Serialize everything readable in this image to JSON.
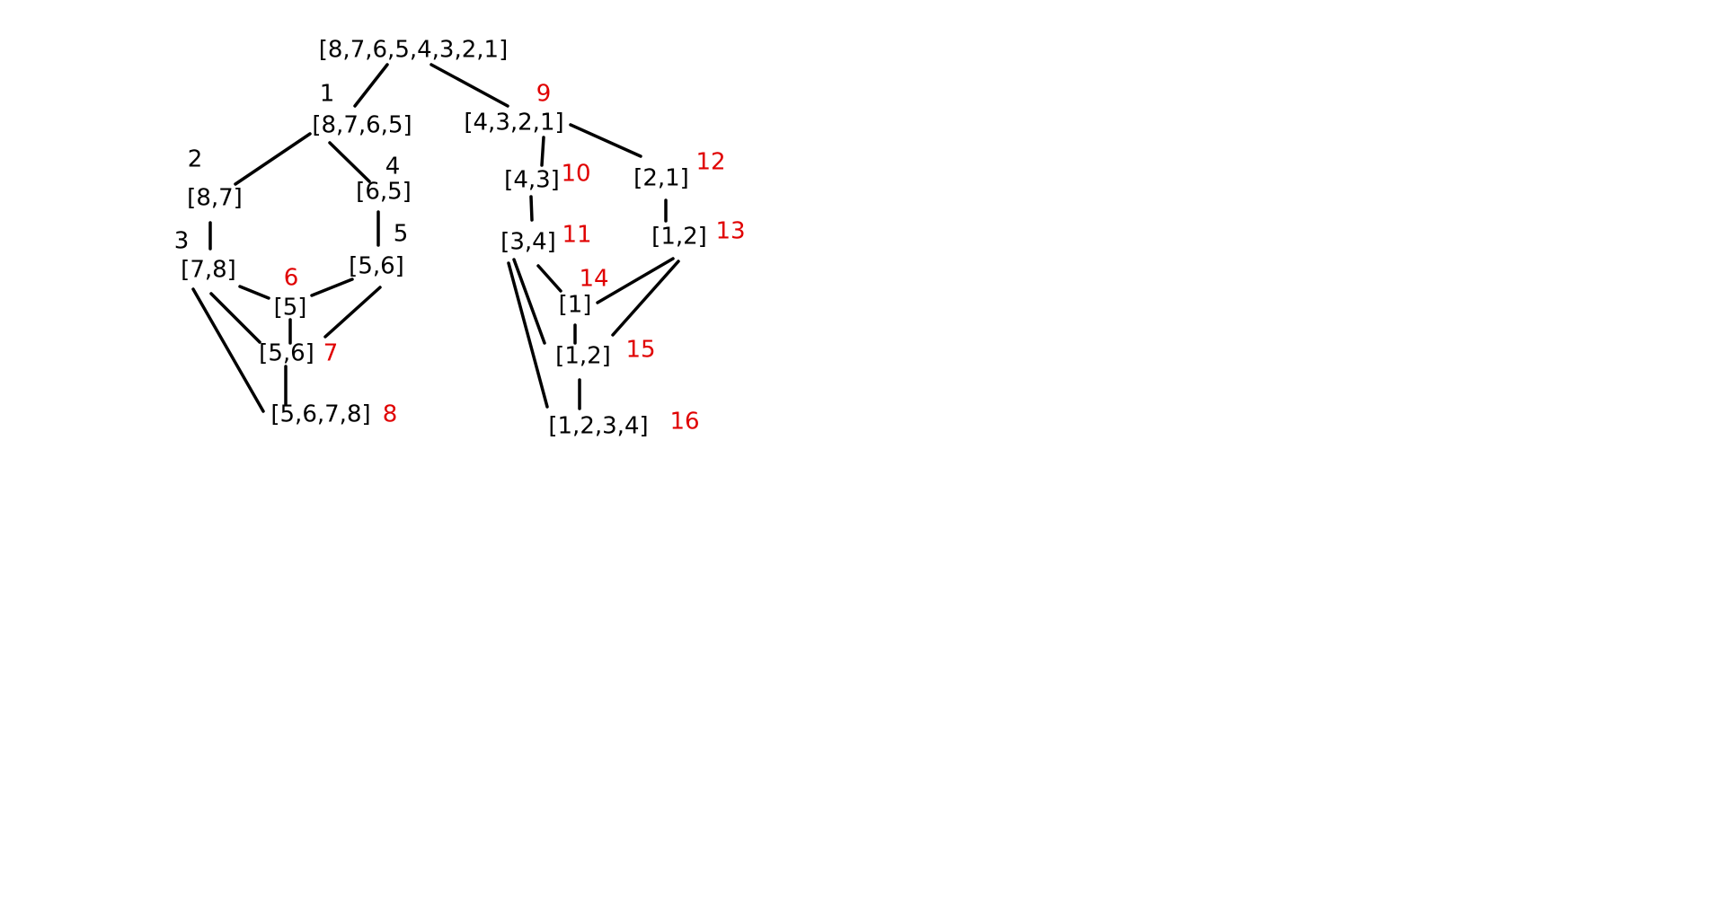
{
  "colors": {
    "node_text": "#000000",
    "edge": "#000000",
    "step_black": "#000000",
    "step_red": "#e00000",
    "background": "#ffffff"
  },
  "nodes": [
    {
      "id": "root",
      "label": "[8,7,6,5,4,3,2,1]"
    },
    {
      "id": "n8765",
      "label": "[8,7,6,5]"
    },
    {
      "id": "n4321",
      "label": "[4,3,2,1]"
    },
    {
      "id": "n87",
      "label": "[8,7]"
    },
    {
      "id": "n65",
      "label": "[6,5]"
    },
    {
      "id": "n43",
      "label": "[4,3]"
    },
    {
      "id": "n21",
      "label": "[2,1]"
    },
    {
      "id": "n78",
      "label": "[7,8]"
    },
    {
      "id": "n56a",
      "label": "[5,6]"
    },
    {
      "id": "n34",
      "label": "[3,4]"
    },
    {
      "id": "n12a",
      "label": "[1,2]"
    },
    {
      "id": "n5",
      "label": "[5]"
    },
    {
      "id": "n1",
      "label": "[1]"
    },
    {
      "id": "n56b",
      "label": "[5,6]"
    },
    {
      "id": "n12b",
      "label": "[1,2]"
    },
    {
      "id": "n5678",
      "label": "[5,6,7,8]"
    },
    {
      "id": "n1234",
      "label": "[1,2,3,4]"
    }
  ],
  "steps": [
    {
      "label": "1",
      "color": "black"
    },
    {
      "label": "2",
      "color": "black"
    },
    {
      "label": "3",
      "color": "black"
    },
    {
      "label": "4",
      "color": "black"
    },
    {
      "label": "5",
      "color": "black"
    },
    {
      "label": "6",
      "color": "red"
    },
    {
      "label": "7",
      "color": "red"
    },
    {
      "label": "8",
      "color": "red"
    },
    {
      "label": "9",
      "color": "red"
    },
    {
      "label": "10",
      "color": "red"
    },
    {
      "label": "11",
      "color": "red"
    },
    {
      "label": "12",
      "color": "red"
    },
    {
      "label": "13",
      "color": "red"
    },
    {
      "label": "14",
      "color": "red"
    },
    {
      "label": "15",
      "color": "red"
    },
    {
      "label": "16",
      "color": "red"
    }
  ],
  "edges": [
    {
      "from": "root",
      "to": "n8765"
    },
    {
      "from": "root",
      "to": "n4321"
    },
    {
      "from": "n8765",
      "to": "n87"
    },
    {
      "from": "n8765",
      "to": "n65"
    },
    {
      "from": "n87",
      "to": "n78"
    },
    {
      "from": "n65",
      "to": "n56a"
    },
    {
      "from": "n78",
      "to": "n5"
    },
    {
      "from": "n56a",
      "to": "n5"
    },
    {
      "from": "n5",
      "to": "n56b"
    },
    {
      "from": "n78",
      "to": "n56b"
    },
    {
      "from": "n56a",
      "to": "n56b"
    },
    {
      "from": "n56b",
      "to": "n5678"
    },
    {
      "from": "n78",
      "to": "n5678"
    },
    {
      "from": "n4321",
      "to": "n43"
    },
    {
      "from": "n4321",
      "to": "n21"
    },
    {
      "from": "n43",
      "to": "n34"
    },
    {
      "from": "n21",
      "to": "n12a"
    },
    {
      "from": "n34",
      "to": "n1"
    },
    {
      "from": "n12a",
      "to": "n1"
    },
    {
      "from": "n1",
      "to": "n12b"
    },
    {
      "from": "n34",
      "to": "n12b"
    },
    {
      "from": "n12a",
      "to": "n12b"
    },
    {
      "from": "n12b",
      "to": "n1234"
    },
    {
      "from": "n34",
      "to": "n1234"
    }
  ]
}
